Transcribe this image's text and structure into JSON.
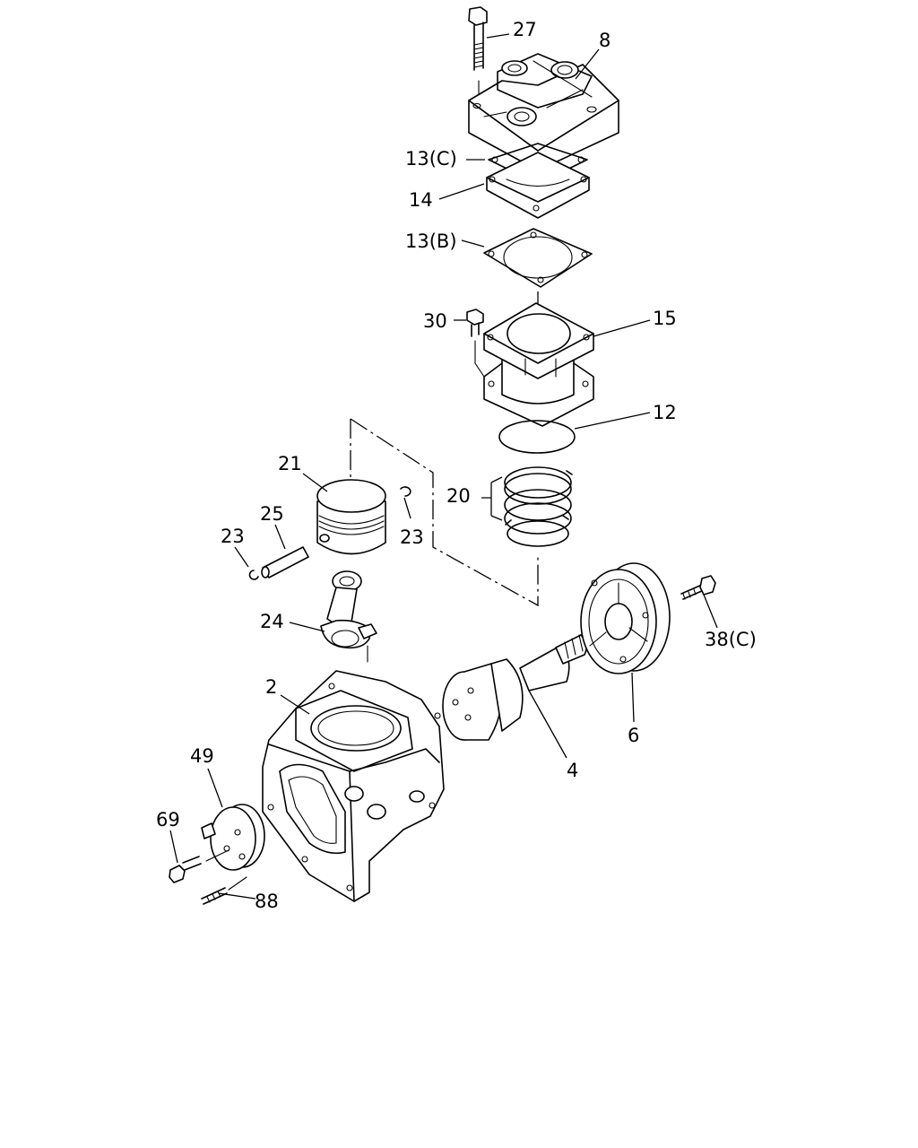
{
  "labels": {
    "p27": "27",
    "p8": "8",
    "p13c": "13(C)",
    "p14": "14",
    "p13b": "13(B)",
    "p30": "30",
    "p15": "15",
    "p12": "12",
    "p21": "21",
    "p25": "25",
    "p23a": "23",
    "p23b": "23",
    "p20": "20",
    "p24": "24",
    "p38c": "38(C)",
    "p2": "2",
    "p6": "6",
    "p4": "4",
    "p49": "49",
    "p69": "69",
    "p88": "88"
  },
  "colors": {
    "line": "#000000",
    "background": "#ffffff"
  }
}
